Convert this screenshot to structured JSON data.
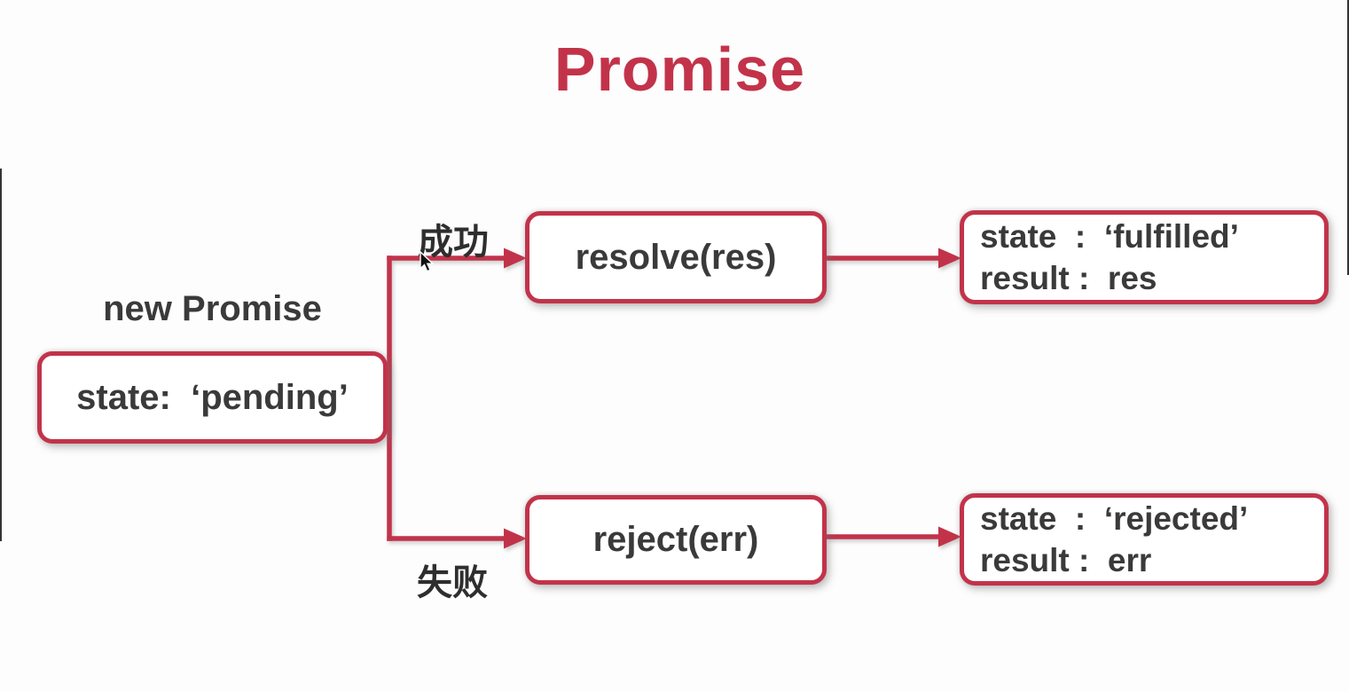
{
  "title": "Promise",
  "colors": {
    "accent_red": "#c2334a",
    "text_dark": "#3a3a3a",
    "label_black": "#2e2e2e",
    "background": "#fdfdfd"
  },
  "diagram": {
    "source": {
      "label": "new Promise",
      "state_text": "state:  ‘pending’"
    },
    "branches": {
      "success": {
        "label": "成功",
        "handler": "resolve(res)",
        "result": {
          "line1": "state  :  ‘fulfilled’",
          "line2": "result :  res"
        }
      },
      "failure": {
        "label": "失败",
        "handler": "reject(err)",
        "result": {
          "line1": "state  :  ‘rejected’",
          "line2": "result :  err"
        }
      }
    }
  },
  "icons": {
    "cursor": "mouse-pointer-icon"
  }
}
